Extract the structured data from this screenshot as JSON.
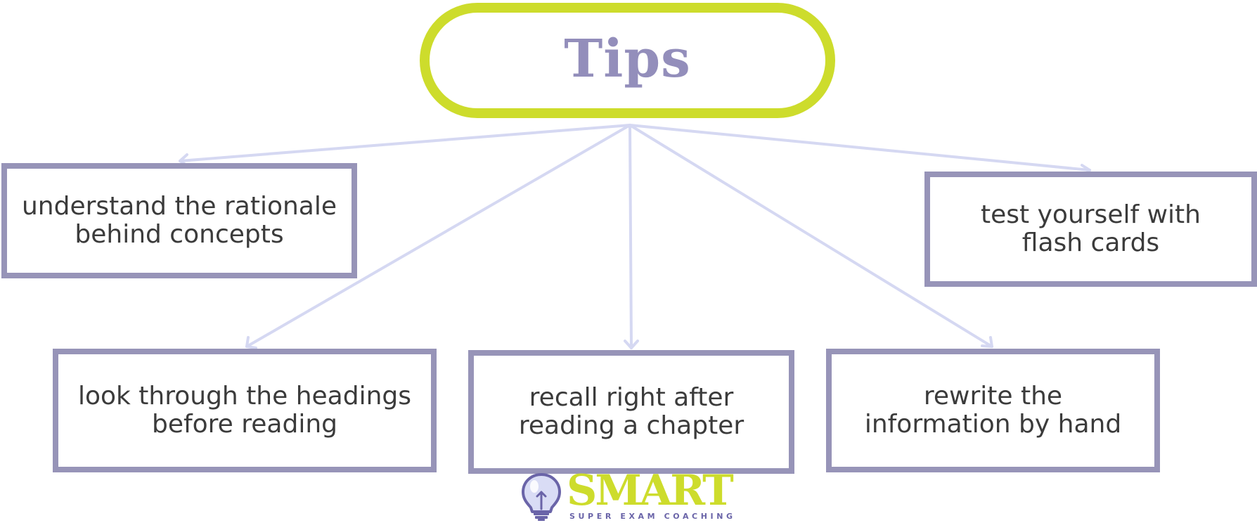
{
  "diagram": {
    "root": {
      "label": "Tips"
    },
    "tips": [
      {
        "id": "tip-1",
        "label": "understand the rationale\nbehind concepts"
      },
      {
        "id": "tip-2",
        "label": "test yourself with\nflash cards"
      },
      {
        "id": "tip-3",
        "label": "look through the headings\nbefore reading"
      },
      {
        "id": "tip-4",
        "label": "recall right after\nreading a chapter"
      },
      {
        "id": "tip-5",
        "label": "rewrite the\ninformation by hand"
      }
    ]
  },
  "logo": {
    "word": "SMART",
    "tagline": "SUPER EXAM COACHING"
  },
  "colors": {
    "root_border": "#cddc2c",
    "root_text": "#938ebb",
    "box_border": "#9794b8",
    "box_text": "#3b3b3b",
    "arrow": "#d5d8f2",
    "logo_word": "#cddc2c",
    "logo_tagline": "#6a64a8"
  },
  "icons": {
    "logo_mark": "lightbulb-icon"
  }
}
